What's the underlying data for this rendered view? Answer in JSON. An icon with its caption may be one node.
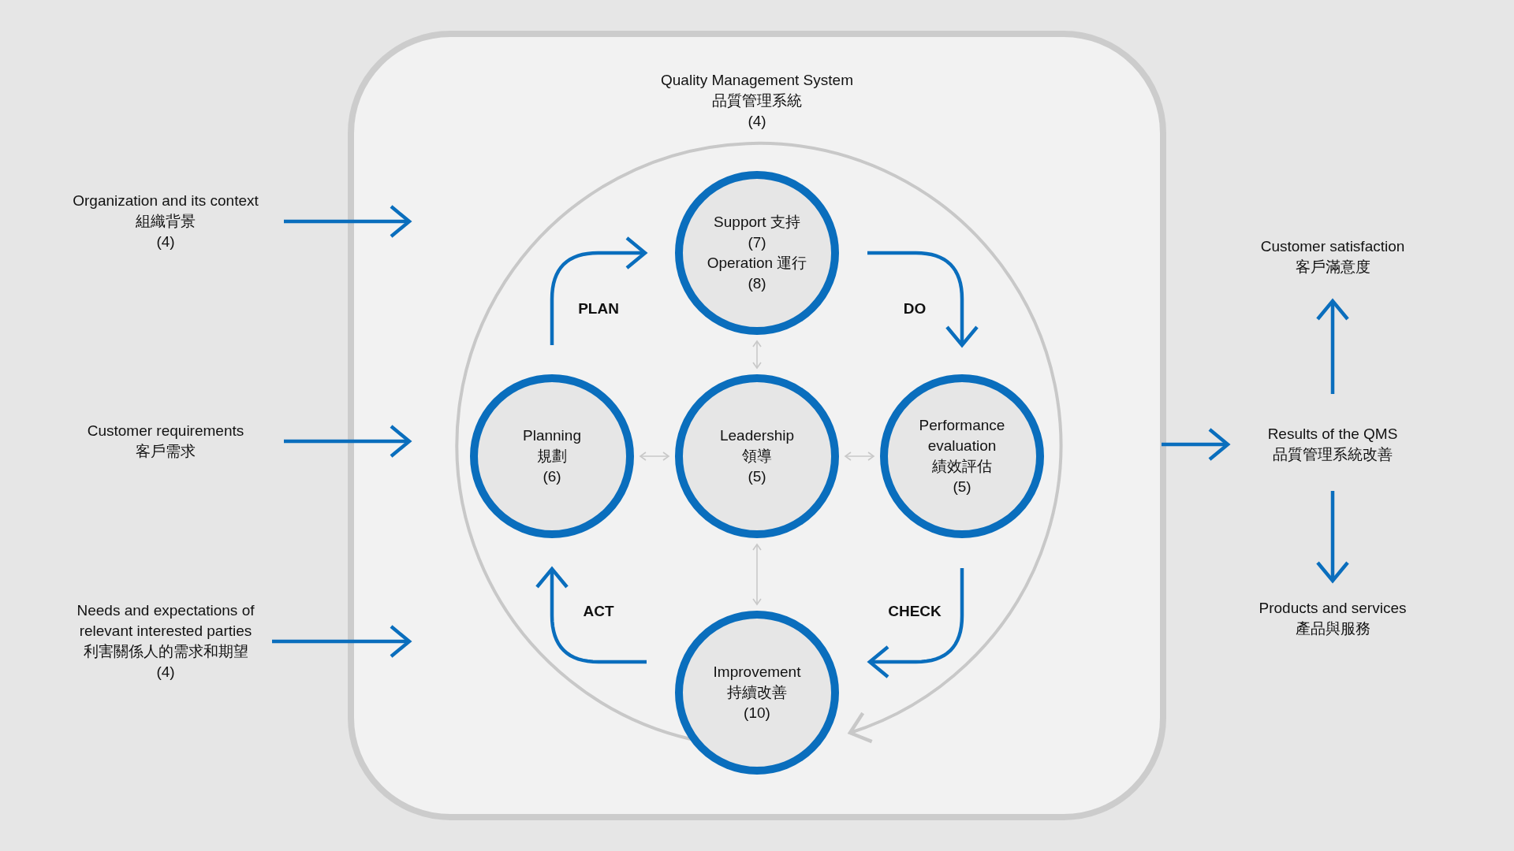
{
  "diagram": {
    "nodes": [
      {
        "text": [
          "Quality Management System",
          "品質管理系統",
          "(4)"
        ]
      },
      {
        "text": [
          "Support 支持",
          "(7)",
          "Operation 運行",
          "(8)"
        ],
        "in": 0
      },
      {
        "text": [
          "Planning",
          "規劃",
          "(6)"
        ],
        "in": 0
      },
      {
        "text": [
          "Leadership",
          "領導",
          "(5)"
        ],
        "in": 0
      },
      {
        "text": [
          "Performance evaluation",
          "績效評估",
          "(5)"
        ],
        "in": 0
      },
      {
        "text": [
          "Improvement",
          "持續改善",
          "(10)"
        ],
        "in": 0
      },
      {
        "text": [
          "Organization and its context",
          "組織背景",
          "(4)"
        ]
      },
      {
        "text": [
          "Customer requirements",
          "客戶需求"
        ]
      },
      {
        "text": [
          "Needs and expectations of relevant interested parties",
          "利害關係人的需求和期望",
          "(4)"
        ]
      },
      {
        "text": [
          "Results of the QMS",
          "品質管理系統改善"
        ]
      },
      {
        "text": [
          "Customer satisfaction",
          "客戶滿意度"
        ]
      },
      {
        "text": [
          "Products and services",
          "產品與服務"
        ]
      }
    ],
    "edges": [
      {
        "from": 2,
        "to": 1,
        "arrow": "to",
        "label": "PLAN"
      },
      {
        "from": 1,
        "to": 4,
        "arrow": "to",
        "label": "DO"
      },
      {
        "from": 4,
        "to": 5,
        "arrow": "to",
        "label": "CHECK"
      },
      {
        "from": 5,
        "to": 2,
        "arrow": "to",
        "label": "ACT"
      },
      {
        "from": 3,
        "to": 1,
        "arrow": "both",
        "color": "#c8c8c8"
      },
      {
        "from": 3,
        "to": 2,
        "arrow": "both",
        "color": "#c8c8c8"
      },
      {
        "from": 3,
        "to": 4,
        "arrow": "both",
        "color": "#c8c8c8"
      },
      {
        "from": 3,
        "to": 5,
        "arrow": "both",
        "color": "#c8c8c8"
      },
      {
        "from": 6,
        "to": 0,
        "arrow": "to"
      },
      {
        "from": 7,
        "to": 0,
        "arrow": "to"
      },
      {
        "from": 8,
        "to": 0,
        "arrow": "to"
      },
      {
        "from": 0,
        "to": 9,
        "arrow": "to"
      },
      {
        "from": 9,
        "to": 10,
        "arrow": "to"
      },
      {
        "from": 9,
        "to": 11,
        "arrow": "to"
      }
    ]
  }
}
